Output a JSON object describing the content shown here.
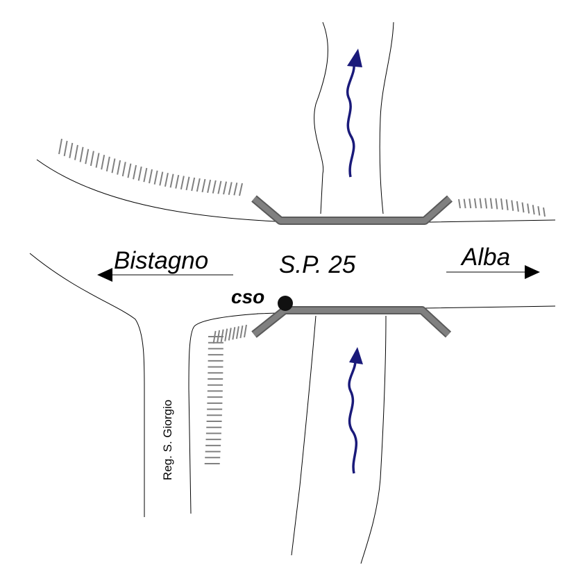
{
  "labels": {
    "left_destination": "Bistagno",
    "road": "S.P. 25",
    "right_destination": "Alba",
    "point": "cso",
    "side_road": "Reg. S. Giorgio"
  },
  "colors": {
    "bridge": "#808080",
    "bridge_edge": "#5a5a5a",
    "flow_arrow": "#1a1a7a",
    "hatch": "#808080",
    "lines": "#000000",
    "point_marker": "#111111"
  },
  "icons": {
    "left_arrow": "arrow-left-icon",
    "right_arrow": "arrow-right-icon",
    "flow": "wavy-flow-arrow-icon",
    "point": "filled-circle-icon"
  }
}
